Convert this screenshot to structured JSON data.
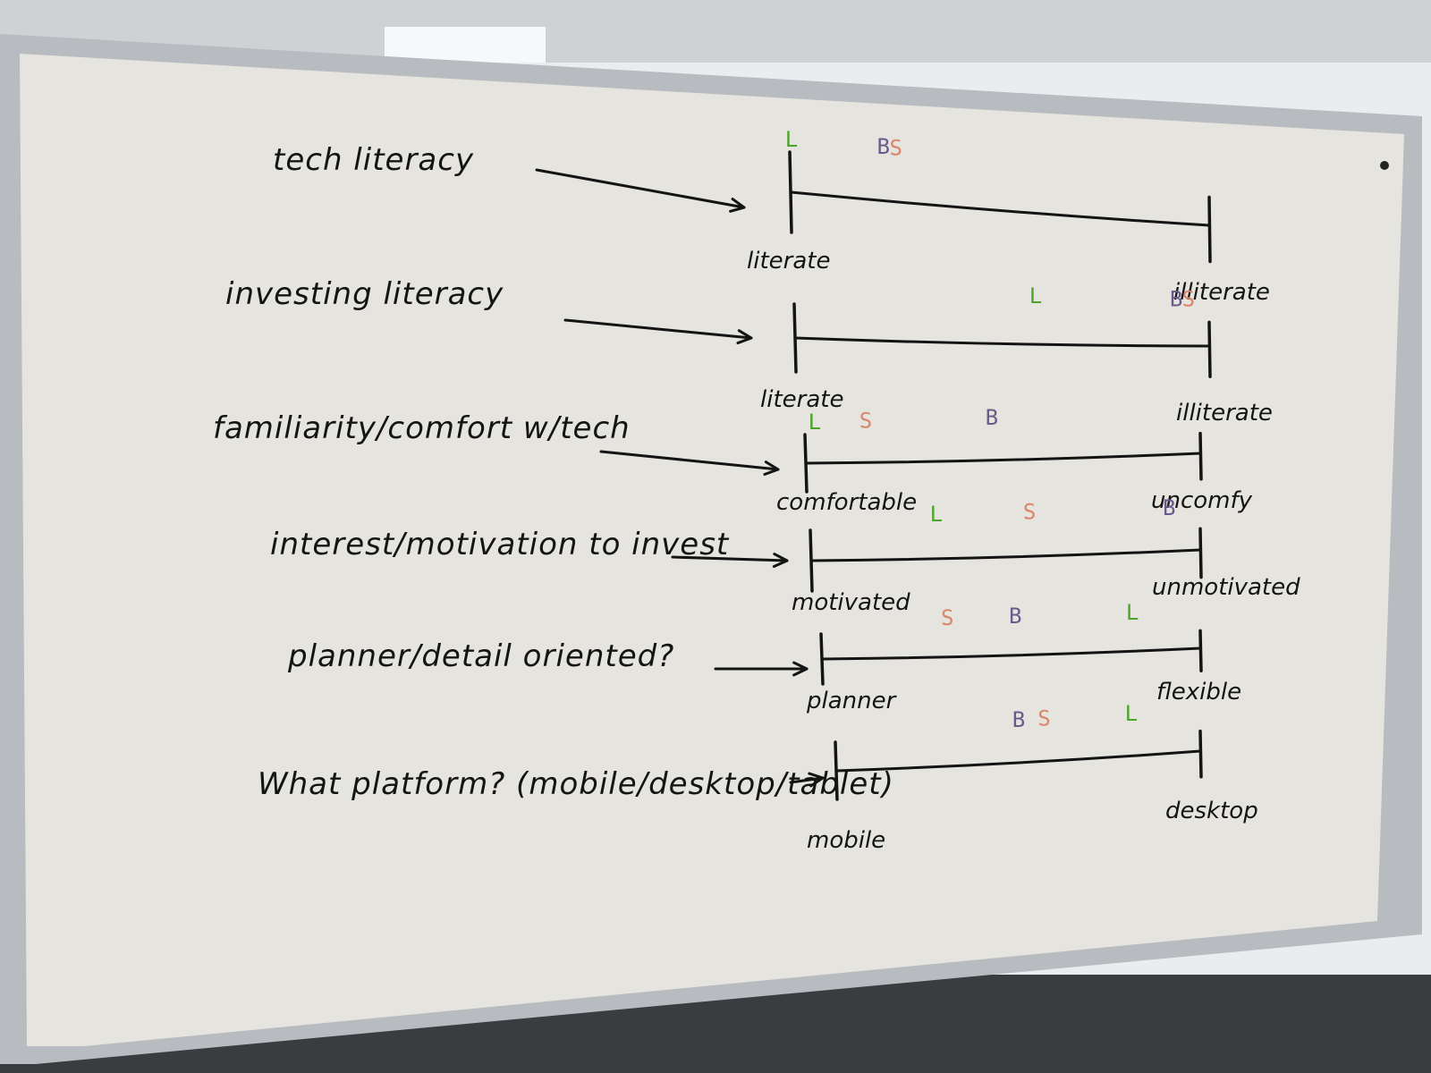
{
  "colors": {
    "board": "#e6e4de",
    "board_frame": "#b8bbbf",
    "ink": "#141414",
    "marker_L": "#4aa52a",
    "marker_B": "#6a5a8a",
    "marker_S": "#d9866a",
    "wall": "#ebecee",
    "ceiling": "#cfd2d4"
  },
  "scales": [
    {
      "question": "tech literacy",
      "left_pole": "literate",
      "right_pole": "illiterate",
      "markers": [
        {
          "letter": "L",
          "position": 0.0
        },
        {
          "letter": "B",
          "position": 0.22
        },
        {
          "letter": "S",
          "position": 0.25
        }
      ]
    },
    {
      "question": "investing literacy",
      "left_pole": "literate",
      "right_pole": "illiterate",
      "markers": [
        {
          "letter": "L",
          "position": 0.58
        },
        {
          "letter": "B",
          "position": 0.92
        },
        {
          "letter": "S",
          "position": 0.95
        }
      ]
    },
    {
      "question": "familiarity/comfort w/tech",
      "left_pole": "comfortable",
      "right_pole": "uncomfy",
      "markers": [
        {
          "letter": "L",
          "position": 0.02
        },
        {
          "letter": "S",
          "position": 0.15
        },
        {
          "letter": "B",
          "position": 0.47
        }
      ]
    },
    {
      "question": "interest/motivation to invest",
      "left_pole": "motivated",
      "right_pole": "unmotivated",
      "markers": [
        {
          "letter": "L",
          "position": 0.32
        },
        {
          "letter": "S",
          "position": 0.56
        },
        {
          "letter": "B",
          "position": 0.92
        }
      ]
    },
    {
      "question": "planner/detail oriented?",
      "left_pole": "planner",
      "right_pole": "flexible",
      "markers": [
        {
          "letter": "S",
          "position": 0.33
        },
        {
          "letter": "B",
          "position": 0.51
        },
        {
          "letter": "L",
          "position": 0.82
        }
      ]
    },
    {
      "question": "What platform? (mobile/desktop/tablet)",
      "left_pole": "mobile",
      "right_pole": "desktop",
      "markers": [
        {
          "letter": "B",
          "position": 0.5
        },
        {
          "letter": "S",
          "position": 0.57
        },
        {
          "letter": "L",
          "position": 0.81
        }
      ]
    }
  ]
}
